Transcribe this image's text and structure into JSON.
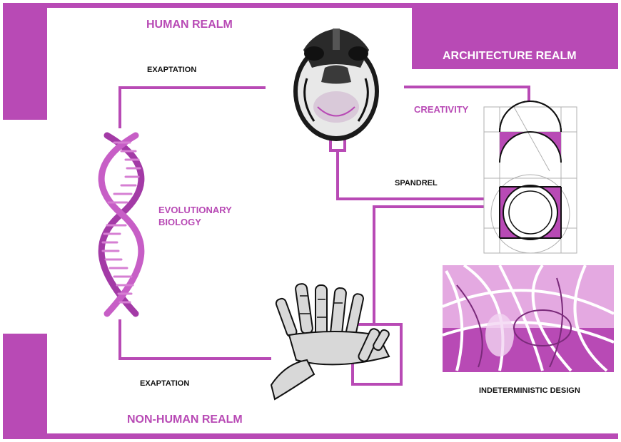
{
  "labels": {
    "human_realm": "HUMAN REALM",
    "architecture_realm": "ARCHITECTURE REALM",
    "exaptation_top": "EXAPTATION",
    "creativity": "CREATIVITY",
    "spandrel": "SPANDREL",
    "evolutionary_line1": "EVOLUTIONARY",
    "evolutionary_line2": "BIOLOGY",
    "exaptation_bottom": "EXAPTATION",
    "indeterministic_design": "INDETERMINISTIC DESIGN",
    "non_human_realm": "NON-HUMAN REALM"
  },
  "colors": {
    "magenta": "#b84ab5",
    "magenta_light": "#d67fd3",
    "black": "#111111",
    "white": "#ffffff"
  },
  "icons": [
    "skull-icon",
    "dna-helix-icon",
    "arch-geometry-icon",
    "hand-bones-icon",
    "organic-design-icon"
  ]
}
